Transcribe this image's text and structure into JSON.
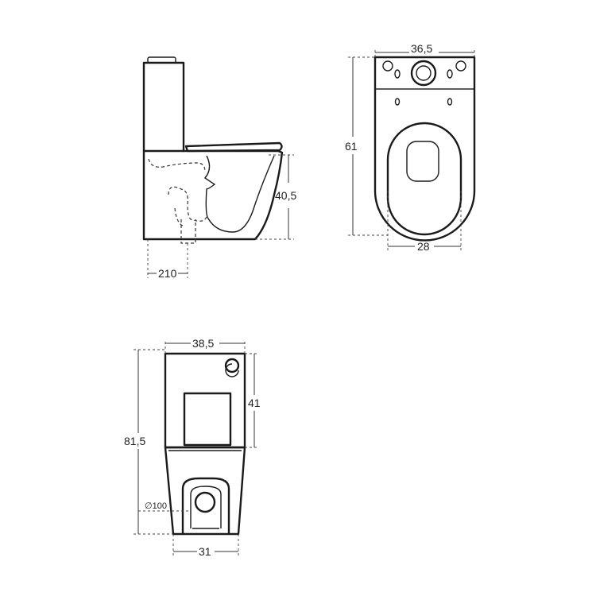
{
  "dimensions": {
    "side_height": "40,5",
    "side_offset": "210",
    "top_width": "36,5",
    "top_depth": "61",
    "top_inner_width": "28",
    "front_width": "38,5",
    "front_tank_height": "41",
    "front_total_height": "81,5",
    "front_base_width": "31",
    "outlet_diameter": "∅100"
  }
}
